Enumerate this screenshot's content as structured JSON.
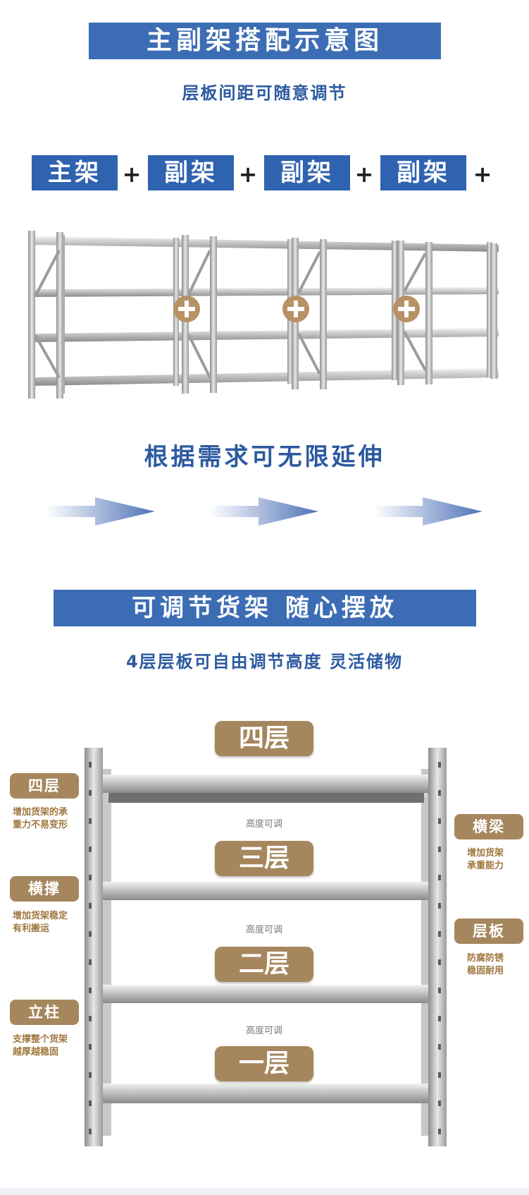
{
  "section1": {
    "banner": "主副架搭配示意图",
    "subtitle": "层板间距可随意调节",
    "tags": [
      "主架",
      "副架",
      "副架",
      "副架"
    ],
    "plus": "+",
    "extend_text": "根据需求可无限延伸"
  },
  "section2": {
    "banner": "可调节货架 随心摆放",
    "subtitle": "4层层板可自由调节高度 灵活储物",
    "levels": [
      "四层",
      "三层",
      "二层",
      "一层"
    ],
    "gap_label": "高度可调",
    "left_labels": [
      {
        "title": "四层",
        "desc1": "增加货架的承",
        "desc2": "重力不易变形"
      },
      {
        "title": "横撑",
        "desc1": "增加货架稳定",
        "desc2": "有利搬运"
      },
      {
        "title": "立柱",
        "desc1": "支撑整个货架",
        "desc2": "越厚越稳固"
      }
    ],
    "right_labels": [
      {
        "title": "横梁",
        "desc1": "增加货架",
        "desc2": "承重能力"
      },
      {
        "title": "层板",
        "desc1": "防腐防锈",
        "desc2": "稳固耐用"
      }
    ]
  },
  "colors": {
    "banner_blue": "#3c6db4",
    "brown": "#a6875d",
    "text_blue": "#2c5aa0"
  }
}
